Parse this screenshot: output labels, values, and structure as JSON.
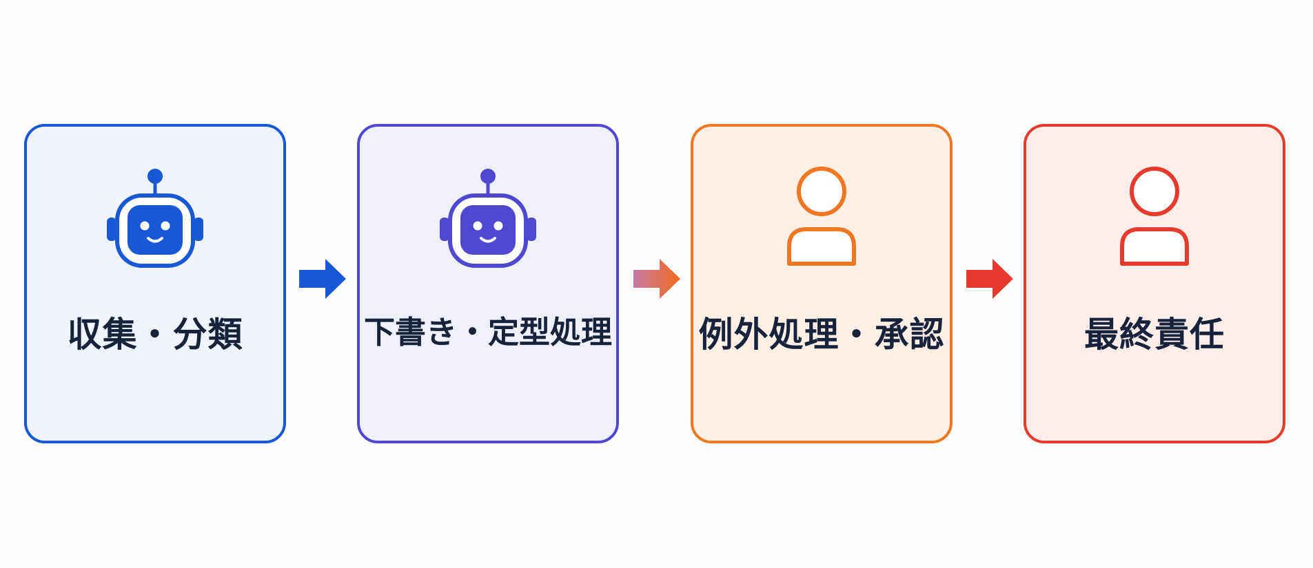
{
  "steps": [
    {
      "label": "収集・分類",
      "actor": "robot",
      "icon": "robot-icon",
      "color": "#1958d4"
    },
    {
      "label": "下書き・定型処理",
      "actor": "robot",
      "icon": "robot-icon",
      "color": "#4f47cf"
    },
    {
      "label": "例外処理・承認",
      "actor": "human",
      "icon": "person-icon",
      "color": "#ef7722"
    },
    {
      "label": "最終責任",
      "actor": "human",
      "icon": "person-icon",
      "color": "#e53a2c"
    }
  ],
  "arrows": [
    {
      "icon": "arrow-right-icon",
      "color": "#1958d4"
    },
    {
      "icon": "arrow-right-icon",
      "color_from": "#c87aa8",
      "color_to": "#ef6a1a"
    },
    {
      "icon": "arrow-right-icon",
      "color": "#e53a2c"
    }
  ],
  "divider": {
    "style": "dashed",
    "color_from": "#8a52c4",
    "color_to": "#ef7722"
  }
}
